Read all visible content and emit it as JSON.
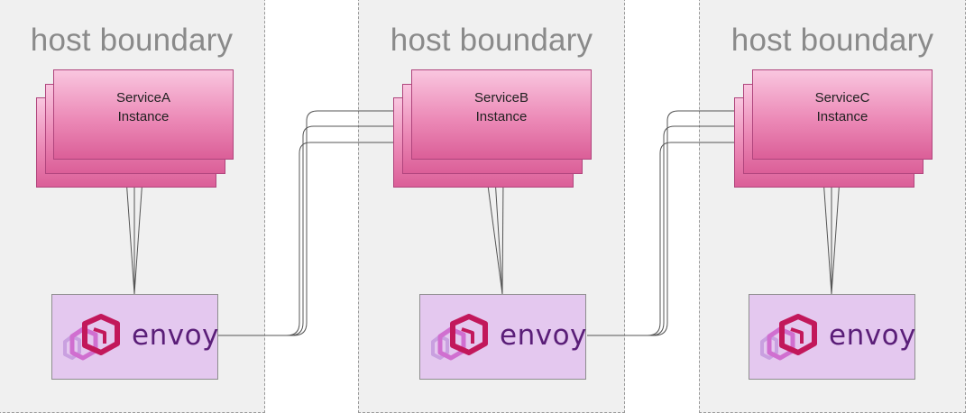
{
  "hosts": [
    {
      "label": "host boundary",
      "service": {
        "line1": "ServiceA",
        "line2": "Instance"
      },
      "proxy": "envoy"
    },
    {
      "label": "host boundary",
      "service": {
        "line1": "ServiceB",
        "line2": "Instance"
      },
      "proxy": "envoy"
    },
    {
      "label": "host boundary",
      "service": {
        "line1": "ServiceC",
        "line2": "Instance"
      },
      "proxy": "envoy"
    }
  ],
  "colors": {
    "host_bg": "#f0f0f0",
    "host_border": "#9a9a9a",
    "service_top": "#f9c6df",
    "service_bottom": "#db5f98",
    "envoy_box": "#e4c8ef",
    "envoy_text": "#5a1e78",
    "wire": "#555555"
  },
  "icons": {
    "proxy_logo": "envoy-logo-icon"
  }
}
